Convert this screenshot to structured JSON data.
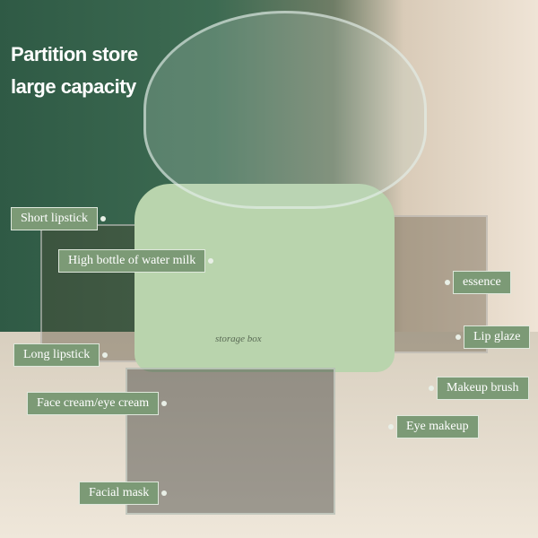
{
  "headline": {
    "line1": "Partition store",
    "line2": "large capacity"
  },
  "product_text": "storage box",
  "labels": {
    "short_lipstick": "Short lipstick",
    "high_bottle": "High bottle of water milk",
    "essence": "essence",
    "lip_glaze": "Lip glaze",
    "long_lipstick": "Long lipstick",
    "makeup_brush": "Makeup brush",
    "face_cream": "Face cream/eye cream",
    "eye_makeup": "Eye makeup",
    "facial_mask": "Facial mask"
  },
  "colors": {
    "label_bg": "#7c9a76",
    "wall": "#3d6b52",
    "organizer": "#b9d4ad"
  }
}
